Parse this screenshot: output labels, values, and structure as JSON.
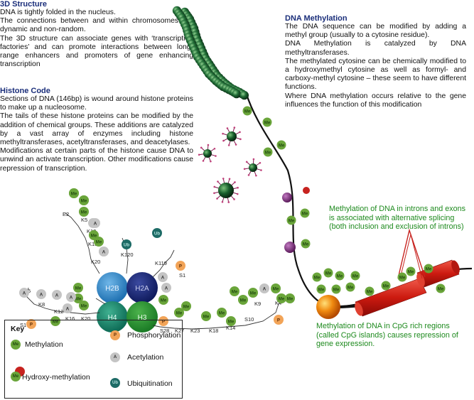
{
  "structure3d": {
    "title": "3D Structure",
    "p1": "DNA is tightly folded in the nucleus.",
    "p2": "The connections between and within chromosomes are dynamic and non-random.",
    "p3": "The 3D structure can associate genes with ‘transcription factories’ and can promote interactions between long-range enhancers and promoters of gene enhancing transcription"
  },
  "histone_code": {
    "title": "Histone Code",
    "p1": "Sections of DNA (146bp) is wound around histone proteins to make up a nucleosome.",
    "p2": "The tails of these histone proteins can be modified by the addition of chemical groups. These additions are catalyzed by a vast array of enzymes including histone methyltransferases, acetyltransferases, and deacetylases.",
    "p3": "Modifications at certain parts of the histone cause DNA to unwind an activate transcription. Other modifications cause repression of transcription."
  },
  "dna_methylation": {
    "title": "DNA Methylation",
    "p1": "The DNA sequence can be modified by adding a methyl group (usually to a cytosine residue).",
    "p2": "DNA Methylation is catalyzed by DNA methyltransferases.",
    "p3": "The methylated cytosine can be chemically modified to a hydroxymethyl cytosine as well as formyl- and carboxy-methyl cytosine – these seem to have different functions.",
    "p4": "Where DNA methylation occurs relative to the gene influences the function of this modification"
  },
  "notes": {
    "introns": "Methylation of DNA in introns and exons is associated with alternative splicing (both inclusion and exclusion of introns)",
    "cpg": "Methylation of DNA in CpG rich regions (called CpG islands) causes repression of gene expression."
  },
  "histones": [
    "H2B",
    "H2A",
    "H4",
    "H3"
  ],
  "residues": {
    "e2": "E2",
    "k5a": "K5",
    "k12a": "K12",
    "k15": "K15",
    "k20a": "K20",
    "k120": "K120",
    "k119": "K119",
    "s1": "S1",
    "k5b": "K5",
    "k8a": "K8",
    "k12b": "K12",
    "k16": "K16",
    "k20b": "K20",
    "s1b": "S1",
    "s28": "S28",
    "k27": "K27",
    "k23": "K23",
    "k18": "K18",
    "k14": "K14",
    "s10": "S10",
    "k9": "K9",
    "k4": "K4"
  },
  "mark_glyphs": {
    "me": "Me",
    "ac": "A",
    "ph": "P",
    "ub": "Ub"
  },
  "key": {
    "title": "Key",
    "methylation": "Methylation",
    "hydroxy": "Hydroxy-methylation",
    "phosphorylation": "Phosphorylation",
    "acetylation": "Acetylation",
    "ubiquitination": "Ubiquitination"
  },
  "colors": {
    "heading": "#1a2e7a",
    "note_green": "#1e8a1e",
    "methyl": "#6aa53a",
    "dna_red": "#d42a1e"
  }
}
